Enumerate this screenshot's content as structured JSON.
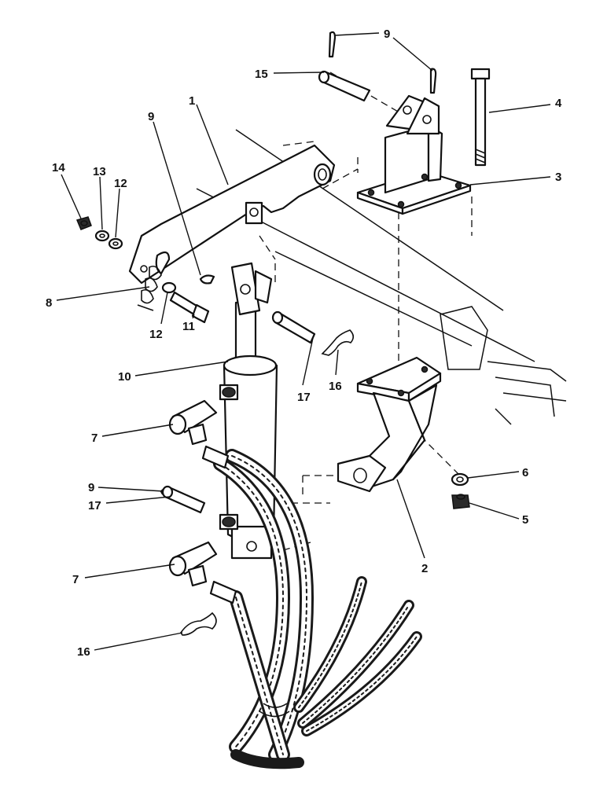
{
  "callouts": [
    {
      "id": "c9a",
      "text": "9"
    },
    {
      "id": "c15",
      "text": "15"
    },
    {
      "id": "c4",
      "text": "4"
    },
    {
      "id": "c1",
      "text": "1"
    },
    {
      "id": "c9b",
      "text": "9"
    },
    {
      "id": "c3",
      "text": "3"
    },
    {
      "id": "c14",
      "text": "14"
    },
    {
      "id": "c13",
      "text": "13"
    },
    {
      "id": "c12a",
      "text": "12"
    },
    {
      "id": "c8",
      "text": "8"
    },
    {
      "id": "c12b",
      "text": "12"
    },
    {
      "id": "c11",
      "text": "11"
    },
    {
      "id": "c10",
      "text": "10"
    },
    {
      "id": "c17a",
      "text": "17"
    },
    {
      "id": "c16a",
      "text": "16"
    },
    {
      "id": "c7a",
      "text": "7"
    },
    {
      "id": "c9c",
      "text": "9"
    },
    {
      "id": "c17b",
      "text": "17"
    },
    {
      "id": "c6",
      "text": "6"
    },
    {
      "id": "c5",
      "text": "5"
    },
    {
      "id": "c2",
      "text": "2"
    },
    {
      "id": "c7b",
      "text": "7"
    },
    {
      "id": "c16b",
      "text": "16"
    }
  ]
}
